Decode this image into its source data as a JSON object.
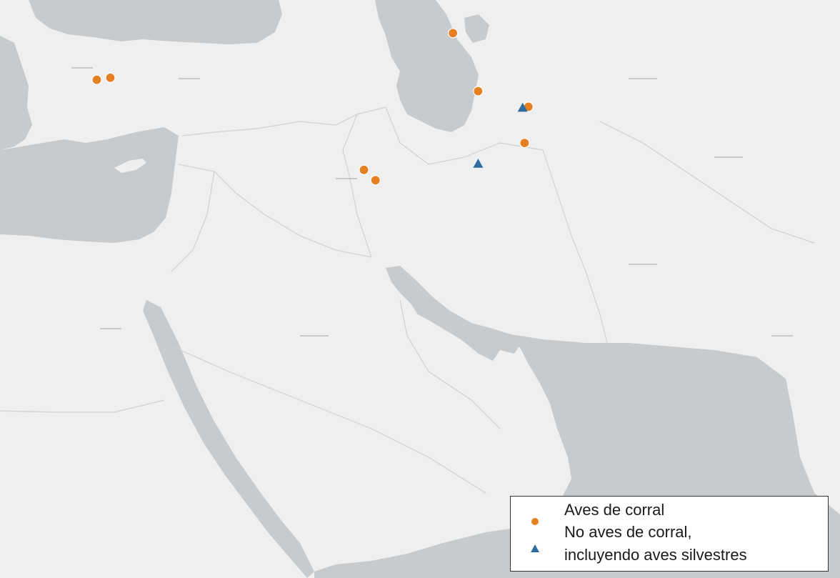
{
  "legend": {
    "entries": [
      {
        "label": "Aves de corral",
        "symbol": "circle",
        "color": "#e67e22"
      },
      {
        "label": "No aves de corral,",
        "symbol": "triangle",
        "color": "#2e6da4"
      },
      {
        "label": "incluyendo aves silvestres"
      }
    ]
  },
  "map": {
    "land_color": "#efefef",
    "water_color": "#c7cbce",
    "border_color": "#d0d0d0",
    "marker_color_poultry": "#e67e22",
    "marker_color_wild": "#2e6da4",
    "outbreaks": {
      "poultry": [
        {
          "lat": 37.85,
          "lon": 30.2
        },
        {
          "lat": 37.95,
          "lon": 30.9
        },
        {
          "lat": 40.1,
          "lon": 48.6
        },
        {
          "lat": 37.3,
          "lon": 49.9
        },
        {
          "lat": 36.55,
          "lon": 52.5
        },
        {
          "lat": 34.8,
          "lon": 52.3
        },
        {
          "lat": 33.5,
          "lon": 44.0
        },
        {
          "lat": 33.0,
          "lon": 44.6
        }
      ],
      "wild": [
        {
          "lat": 36.5,
          "lon": 52.2
        },
        {
          "lat": 33.8,
          "lon": 49.9
        }
      ]
    }
  }
}
